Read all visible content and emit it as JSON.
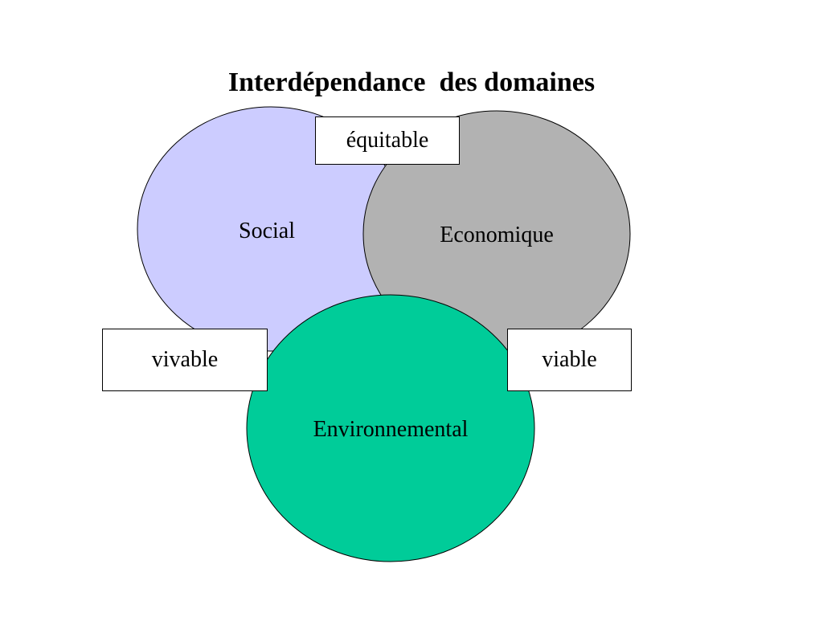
{
  "title": "Interdépendance  des domaines",
  "circles": {
    "social": {
      "label": "Social",
      "color": "#ccccff"
    },
    "economique": {
      "label": "Economique",
      "color": "#b2b2b2"
    },
    "environnemental": {
      "label": "Environnemental",
      "color": "#00cc99"
    }
  },
  "boxes": {
    "equitable": "équitable",
    "vivable": "vivable",
    "viable": "viable"
  }
}
